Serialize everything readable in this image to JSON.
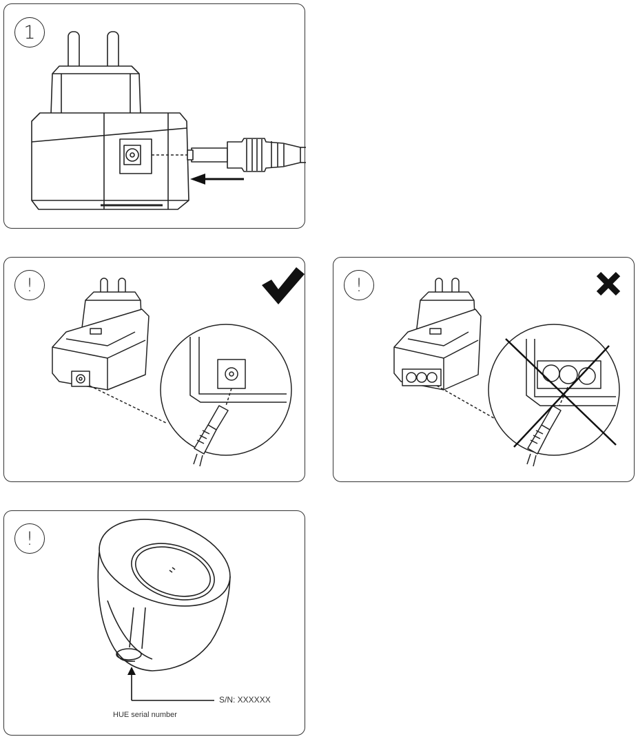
{
  "panels": {
    "step1": {
      "badge": "1"
    },
    "correct": {
      "badge": "!",
      "verdict_icon": "checkmark-icon"
    },
    "incorrect": {
      "badge": "!",
      "verdict_icon": "x-mark-icon"
    },
    "serial": {
      "badge": "!",
      "serial_label": "S/N: XXXXXX",
      "serial_caption": "HUE serial number"
    }
  }
}
